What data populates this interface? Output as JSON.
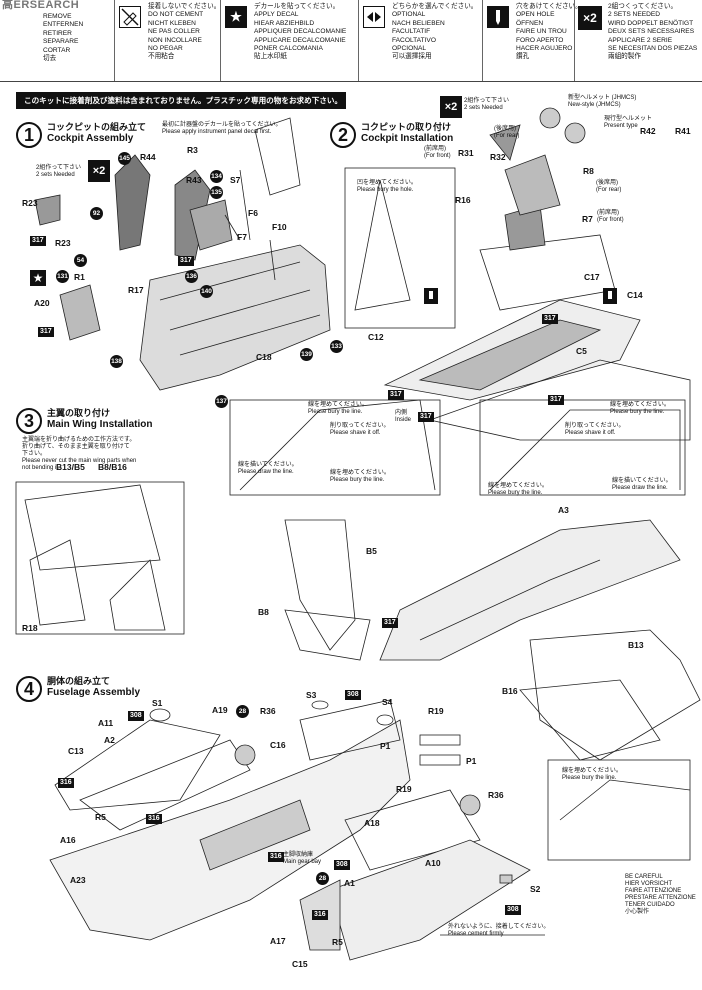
{
  "watermark": {
    "a": "高",
    "b": "ERSEARCH"
  },
  "legend": [
    {
      "id": "no-cement",
      "text": "接着しないでください。\nDO NOT CEMENT\nNICHT KLEBEN\nNE PAS COLLER\nNON INCOLLARE\nNO PEGAR\n不用粘合",
      "icon": "no-glue-icon"
    },
    {
      "id": "decal",
      "text": "デカールを貼ってください。\nAPPLY DECAL\nHIEAR ABZIEHBILD\nAPPLIQUER DECALCOMANIE\nAPPLICARE DECALCOMANIE\nPONER CALCOMANIA\n貼上水印紙",
      "icon": "star-icon"
    },
    {
      "id": "optional",
      "text": "どちらかを選んでください。\nOPTIONAL\nNACH BELIEBEN\nFACULTATIF\nFACOLTATIVO\nOPCIONAL\n可以選擇採用",
      "icon": "optional-icon"
    },
    {
      "id": "open-hole",
      "text": "穴をあけてください。\nOPEN HOLE\nÖFFNEN\nFAIRE UN TROU\nFORO APERTO\nHACER AGUJERO\n鑽孔",
      "icon": "drill-icon"
    },
    {
      "id": "x2",
      "text": "2組つくってください。\n2 SETS NEEDED\nWIRD DOPPELT BENÖTIGT\nDEUX SETS NECESSAIRES\nAPPLICARE 2 SERIE\nSE NECESITAN DOS PIEZAS\n兩組的製作",
      "icon": "x2-icon"
    }
  ],
  "legend_first": {
    "text": "REMOVE\nENTFERNEN\nRETIRER\nSEPARARE\nCORTAR\n切去"
  },
  "notice": "このキットに接着剤及び塗料は含まれておりません。プラスチック専用の物をお求め下さい。",
  "steps": {
    "s1": {
      "num": "1",
      "jp": "コックピットの組み立て",
      "en": "Cockpit Assembly"
    },
    "s2": {
      "num": "2",
      "jp": "コクピットの取り付け",
      "en": "Cockpit Installation"
    },
    "s3": {
      "num": "3",
      "jp": "主翼の取り付け",
      "en": "Main Wing Installation"
    },
    "s4": {
      "num": "4",
      "jp": "胴体の組み立て",
      "en": "Fuselage Assembly"
    }
  },
  "notes": {
    "instrument": "最初に計器盤のデカールを貼ってください。\nPlease apply instrument panel decal first.",
    "twosets": "2組作って下さい\n2 sets Needed",
    "twosets2": "2組作って下さい\n2 sets Needed",
    "bury_hole": "凹を埋めてください。\nPlease bury the hole.",
    "helmet_new": "新型ヘルメット (JHMCS)\nNew-style (JHMCS)",
    "helmet_present": "現行型ヘルメット\nPresent type",
    "for_rear": "(後席用)\n(For rear)",
    "for_front": "(前席用)\n(For front)",
    "shave": "削り取ってください。\nPlease shave it off.",
    "bury_line": "線を埋めてください。\nPlease bury the line.",
    "draw_line": "線を描いてください。\nPlease draw the line.",
    "inside": "内側\nInside",
    "wing_note": "主翼端を折り曲げるための工作方法です。\n折り曲げて、そのまま主翼を取り付けて\n下さい。\nPlease never cut the main wing parts when\nnot bending it.",
    "main_gear_bay": "主脚収納庫\nMain gear bay",
    "careful": "BE CAREFUL\nHIER VORSICHT\nFAIRE ATTENZIONE\nPRESTARE ATTENZIONE\nTENER CUIDADO\n小心製作",
    "cement": "外れないように、接着してください。\nPlease cement firmly"
  },
  "labels": {
    "s1": [
      "R44",
      "R3",
      "R43",
      "S7",
      "F6",
      "F7",
      "F10",
      "R23",
      "R23",
      "R1",
      "A20",
      "R17",
      "C18",
      "145",
      "134",
      "135",
      "136",
      "137",
      "138",
      "139",
      "140",
      "317",
      "317",
      "317",
      "92",
      "54",
      "131",
      "133"
    ],
    "s2": [
      "R42",
      "R41",
      "R32",
      "R31",
      "R16",
      "R8",
      "R7",
      "C17",
      "C14",
      "C12",
      "C5",
      "317",
      "317",
      "317"
    ],
    "s3": [
      "B13/B5",
      "B8/B16",
      "R18",
      "B5",
      "B8",
      "A3",
      "B13",
      "B16",
      "317"
    ],
    "s4": [
      "S1",
      "A11",
      "A19",
      "R36",
      "S3",
      "S4",
      "R19",
      "A2",
      "C16",
      "P1",
      "P1",
      "C13",
      "R19",
      "R36",
      "R5",
      "A18",
      "A10",
      "A16",
      "A1",
      "S2",
      "A23",
      "A17",
      "R5",
      "C15",
      "308",
      "308",
      "308",
      "308",
      "316",
      "316",
      "316",
      "28",
      "28"
    ]
  }
}
